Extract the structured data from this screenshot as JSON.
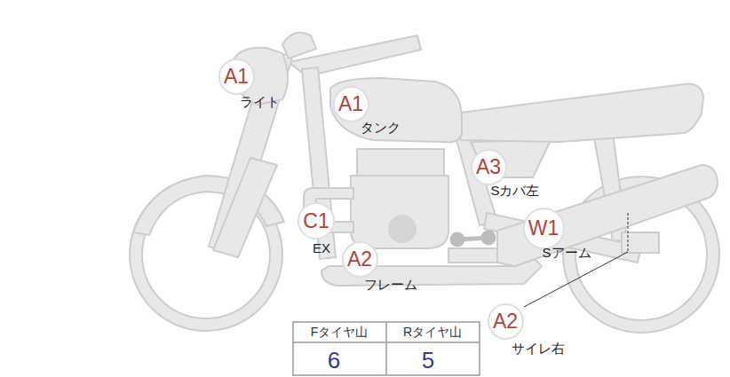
{
  "diagram": {
    "nodes": [
      {
        "text": [
          "A1",
          "ライト"
        ]
      },
      {
        "text": [
          "A1",
          "タンク"
        ]
      },
      {
        "text": [
          "A3",
          "Sカバ左"
        ]
      },
      {
        "text": [
          "C1",
          "EX"
        ]
      },
      {
        "text": [
          "W1",
          "Sアーム"
        ]
      },
      {
        "text": [
          "A2",
          "フレーム"
        ]
      },
      {
        "text": [
          "A2",
          "サイレ右"
        ]
      }
    ],
    "labels": [
      "Fタイヤ山",
      "Rタイヤ山",
      "6",
      "5"
    ]
  }
}
